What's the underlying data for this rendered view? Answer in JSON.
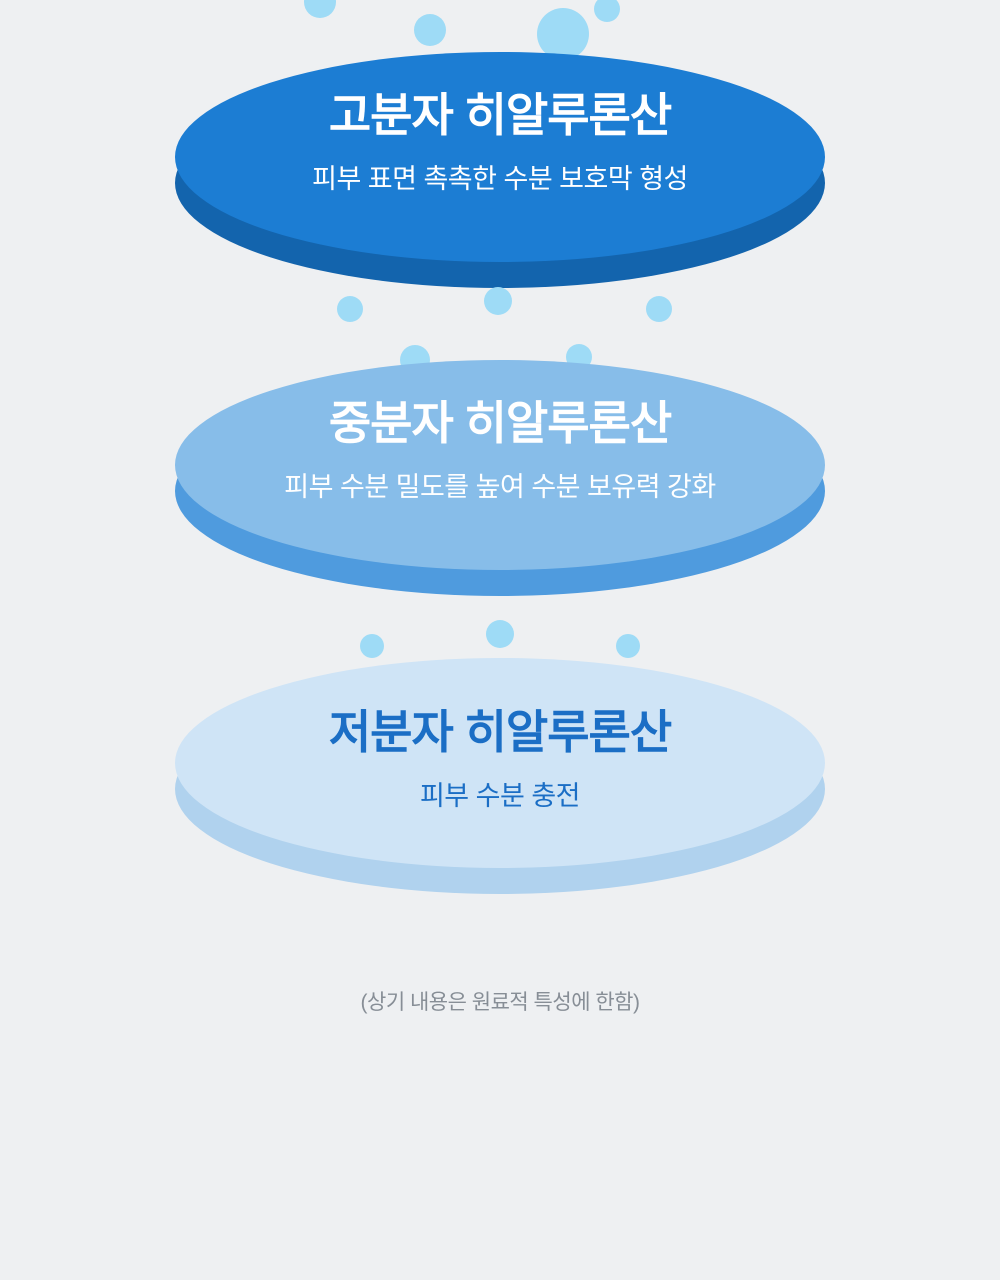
{
  "page": {
    "caption": "(상기 내용은 원료적 특성에 한함)"
  },
  "layers": [
    {
      "title": "고분자 히알루론산",
      "subtitle": "피부 표면 촉촉한 수분 보호막 형성"
    },
    {
      "title": "중분자 히알루론산",
      "subtitle": "피부 수분 밀도를 높여 수분 보유력 강화"
    },
    {
      "title": "저분자 히알루론산",
      "subtitle": "피부 수분 충전"
    }
  ],
  "colors": {
    "bg": "#eef0f2",
    "droplet": "#9edbf6",
    "disc1-face": "#1c7dd3",
    "disc1-rim": "#1364ad",
    "disc2-face": "#87bde9",
    "disc2-rim": "#4f9bde",
    "disc3-face": "#cfe4f6",
    "disc3-rim": "#b0d2ee",
    "title-light": "#ffffff",
    "title-blue": "#1b6ec5",
    "caption": "#878e96"
  }
}
